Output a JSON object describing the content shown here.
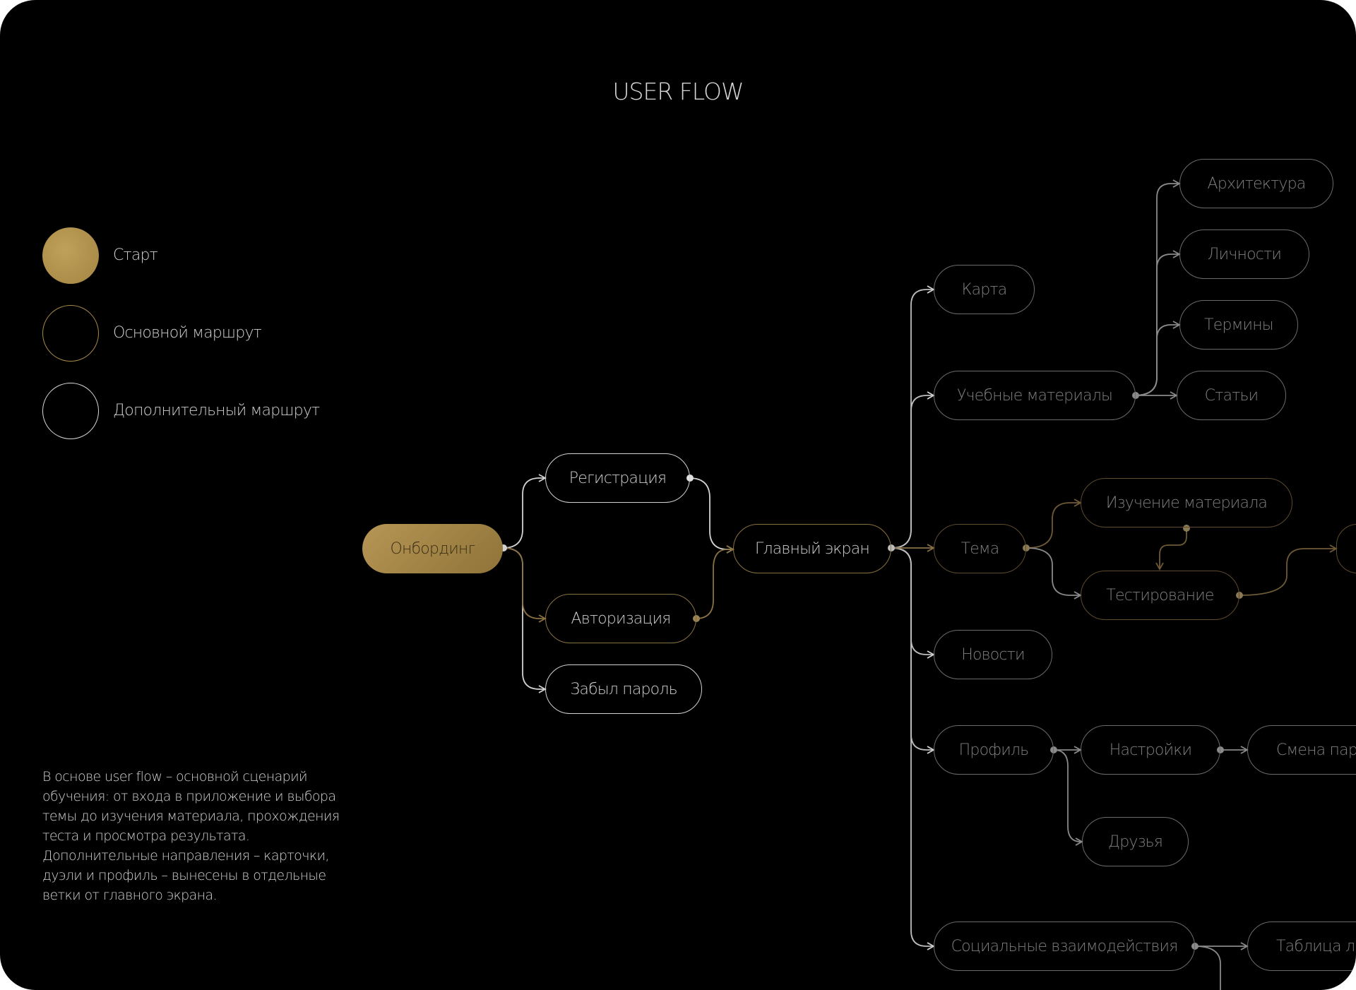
{
  "title": "USER FLOW",
  "legend": [
    {
      "key": "start",
      "label": "Старт"
    },
    {
      "key": "main",
      "label": "Основной маршрут"
    },
    {
      "key": "extra",
      "label": "Дополнительный маршрут"
    }
  ],
  "description": "В основе user flow – основной сценарий обучения: от входа в приложение и выбора темы до изучения материала, прохождения теста и просмотра результата. Дополнительные направления – карточки, дуэли и профиль – вынесены в отдельные ветки от главного экрана.",
  "colors": {
    "background": "#000000",
    "gold": "#b69655",
    "main_route": "#8a7142",
    "extra_route": "#d2d2d2"
  },
  "nodes": {
    "onboarding": "Онбординг",
    "registration": "Регистрация",
    "authorization": "Авторизация",
    "forgot_password": "Забыл пароль",
    "main_screen": "Главный экран",
    "map": "Карта",
    "study_materials": "Учебные материалы",
    "architecture": "Архитектура",
    "personalities": "Личности",
    "terms": "Термины",
    "articles": "Статьи",
    "topic": "Тема",
    "study_material": "Изучение материала",
    "testing": "Тестирование",
    "news": "Новости",
    "profile": "Профиль",
    "settings": "Настройки",
    "change_password": "Смена пароля",
    "friends": "Друзья",
    "social": "Социальные взаимодействия",
    "leaderboard": "Таблица лидеров"
  }
}
